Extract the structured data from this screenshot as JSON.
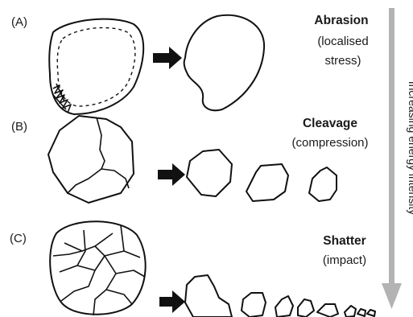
{
  "panels": [
    {
      "label": "(A)",
      "mechanism": "Abrasion",
      "detail_line1": "(localised",
      "detail_line2": "stress)"
    },
    {
      "label": "(B)",
      "mechanism": "Cleavage",
      "detail_line1": "(compression)"
    },
    {
      "label": "(C)",
      "mechanism": "Shatter",
      "detail_line1": "(impact)"
    }
  ],
  "axis": {
    "label": "Increasing energy intensity",
    "color": "#b3b3b3"
  }
}
